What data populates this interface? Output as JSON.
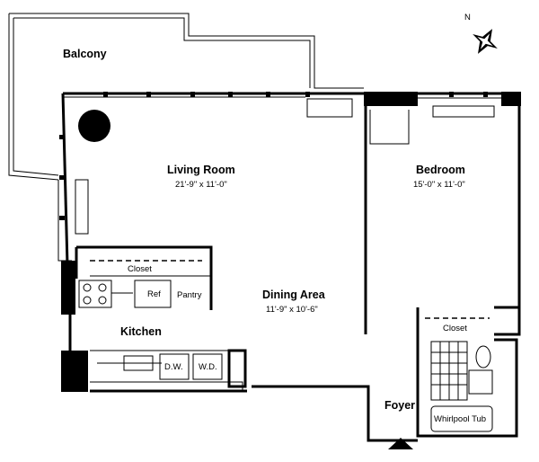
{
  "rooms": {
    "balcony": "Balcony",
    "living_room": "Living Room",
    "living_room_dim": "21'-9\" x 11'-0\"",
    "bedroom": "Bedroom",
    "bedroom_dim": "15'-0\" x 11'-0\"",
    "dining_area": "Dining Area",
    "dining_area_dim": "11'-9\" x 10'-6\"",
    "kitchen": "Kitchen",
    "foyer": "Foyer"
  },
  "fixtures": {
    "kitchen_closet": "Closet",
    "bedroom_closet": "Closet",
    "refrigerator": "Ref",
    "pantry": "Pantry",
    "dishwasher": "D.W.",
    "washer_dryer": "W.D.",
    "tub": "Whirlpool Tub"
  },
  "compass": {
    "north_label": "N",
    "icon": "compass-rose-icon"
  }
}
